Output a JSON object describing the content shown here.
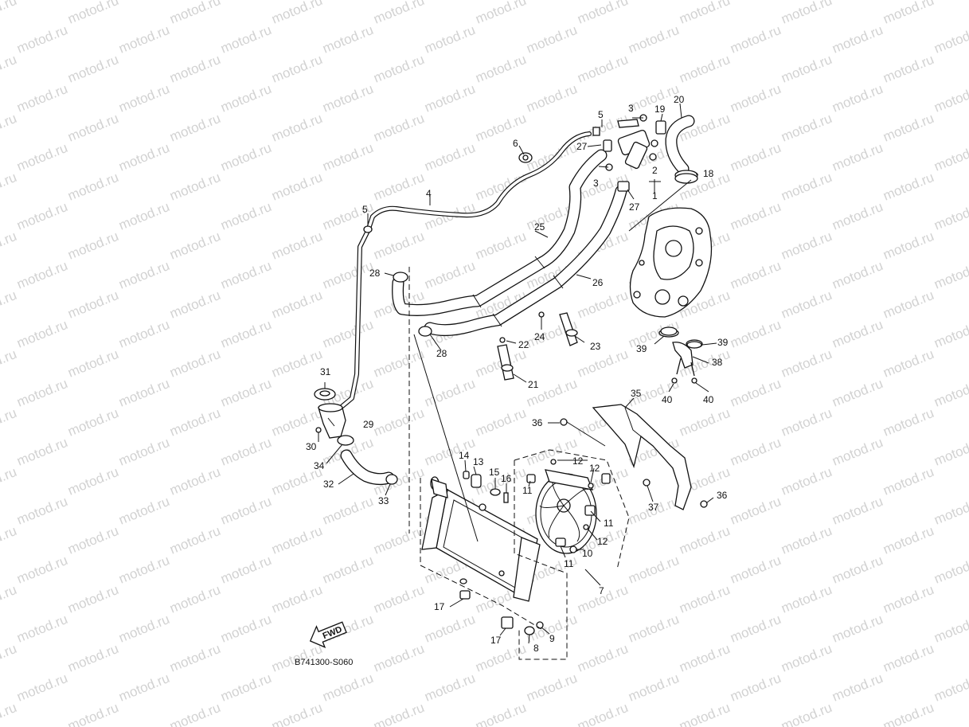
{
  "watermark": "motod.ru",
  "diagram_code": "B741300-S060",
  "fwd_label": "FWD",
  "callouts": [
    {
      "id": "c1",
      "text": "1"
    },
    {
      "id": "c2",
      "text": "2"
    },
    {
      "id": "c3a",
      "text": "3"
    },
    {
      "id": "c3b",
      "text": "3"
    },
    {
      "id": "c4",
      "text": "4"
    },
    {
      "id": "c5a",
      "text": "5"
    },
    {
      "id": "c5b",
      "text": "5"
    },
    {
      "id": "c6",
      "text": "6"
    },
    {
      "id": "c7",
      "text": "7"
    },
    {
      "id": "c8",
      "text": "8"
    },
    {
      "id": "c9",
      "text": "9"
    },
    {
      "id": "c10",
      "text": "10"
    },
    {
      "id": "c11a",
      "text": "11"
    },
    {
      "id": "c11b",
      "text": "11"
    },
    {
      "id": "c11c",
      "text": "11"
    },
    {
      "id": "c12a",
      "text": "12"
    },
    {
      "id": "c12b",
      "text": "12"
    },
    {
      "id": "c12c",
      "text": "12"
    },
    {
      "id": "c13",
      "text": "13"
    },
    {
      "id": "c14",
      "text": "14"
    },
    {
      "id": "c15",
      "text": "15"
    },
    {
      "id": "c16",
      "text": "16"
    },
    {
      "id": "c17a",
      "text": "17"
    },
    {
      "id": "c17b",
      "text": "17"
    },
    {
      "id": "c18",
      "text": "18"
    },
    {
      "id": "c19",
      "text": "19"
    },
    {
      "id": "c20",
      "text": "20"
    },
    {
      "id": "c21",
      "text": "21"
    },
    {
      "id": "c22",
      "text": "22"
    },
    {
      "id": "c23",
      "text": "23"
    },
    {
      "id": "c24",
      "text": "24"
    },
    {
      "id": "c25",
      "text": "25"
    },
    {
      "id": "c26",
      "text": "26"
    },
    {
      "id": "c27a",
      "text": "27"
    },
    {
      "id": "c27b",
      "text": "27"
    },
    {
      "id": "c28a",
      "text": "28"
    },
    {
      "id": "c28b",
      "text": "28"
    },
    {
      "id": "c29",
      "text": "29"
    },
    {
      "id": "c30",
      "text": "30"
    },
    {
      "id": "c31",
      "text": "31"
    },
    {
      "id": "c32",
      "text": "32"
    },
    {
      "id": "c33",
      "text": "33"
    },
    {
      "id": "c34",
      "text": "34"
    },
    {
      "id": "c35",
      "text": "35"
    },
    {
      "id": "c36a",
      "text": "36"
    },
    {
      "id": "c36b",
      "text": "36"
    },
    {
      "id": "c37",
      "text": "37"
    },
    {
      "id": "c38",
      "text": "38"
    },
    {
      "id": "c39a",
      "text": "39"
    },
    {
      "id": "c39b",
      "text": "39"
    },
    {
      "id": "c40a",
      "text": "40"
    },
    {
      "id": "c40b",
      "text": "40"
    }
  ]
}
